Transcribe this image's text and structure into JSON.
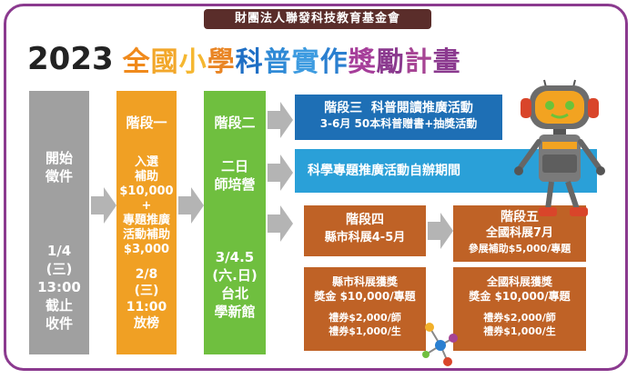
{
  "org": "財團法人聯發科技教育基金會",
  "title": {
    "year": "2023",
    "chars": [
      {
        "c": "全",
        "color": "#f08a1c"
      },
      {
        "c": "國",
        "color": "#f2a72a"
      },
      {
        "c": "小",
        "color": "#f5b731"
      },
      {
        "c": "學",
        "color": "#e98524"
      },
      {
        "c": "科",
        "color": "#1f6fc5"
      },
      {
        "c": "普",
        "color": "#2f8ad6"
      },
      {
        "c": "實",
        "color": "#3d9be0"
      },
      {
        "c": "作",
        "color": "#2a7fd0"
      },
      {
        "c": "獎",
        "color": "#a63e9a"
      },
      {
        "c": "勵",
        "color": "#8b3a8f"
      },
      {
        "c": "計",
        "color": "#a64494"
      },
      {
        "c": "畫",
        "color": "#8b3a8f"
      }
    ]
  },
  "col1": {
    "top": "開始\n徵件",
    "bottom": "1/4\n(三)\n13:00\n截止\n收件"
  },
  "col2": {
    "label": "階段一",
    "body": "入選\n補助\n$10,000\n+\n專題推廣\n活動補助\n$3,000",
    "date": "2/8\n(三)\n11:00\n放榜"
  },
  "col3": {
    "label": "階段二",
    "body": "二日\n師培營",
    "date": "3/4.5\n(六.日)\n台北\n學新館"
  },
  "stage3": {
    "title": "階段三  科普閱讀推廣活動",
    "sub": "3-6月 50本科普贈書+抽獎活動"
  },
  "self_org": "科學專題推廣活動自辦期間",
  "stage4": {
    "title": "階段四",
    "sub": "縣市科展4-5月"
  },
  "stage5": {
    "title": "階段五",
    "sub": "全國科展7月",
    "note": "參展補助$5,000/專題"
  },
  "award4": {
    "line1": "縣市科展獲獎",
    "line2": "獎金 $10,000/專題",
    "line3": "禮券$2,000/師",
    "line4": "禮券$1,000/生"
  },
  "award5": {
    "line1": "全國科展獲獎",
    "line2": "獎金 $10,000/專題",
    "line3": "禮券$2,000/師",
    "line4": "禮券$1,000/生"
  },
  "colors": {
    "frame": "#8b3a8f",
    "gray": "#a0a0a0",
    "orange": "#f0a024",
    "green": "#6fbf3f",
    "blue": "#1e6fb5",
    "light_blue": "#2aa0d8",
    "brown": "#bf6226",
    "arrow": "#b4b4b4"
  }
}
